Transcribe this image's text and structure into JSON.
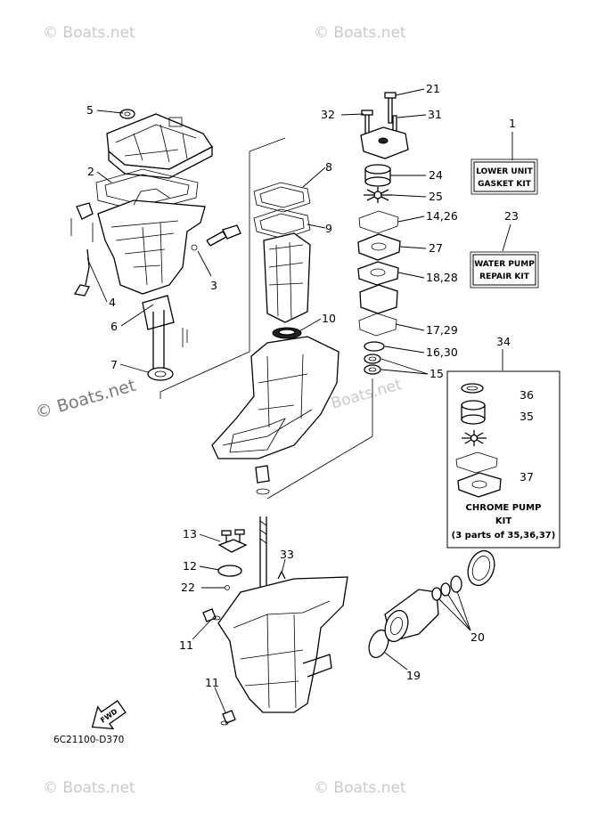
{
  "watermarks": {
    "top_left": "© Boats.net",
    "top_right": "© Boats.net",
    "left_center": "© Boats.net",
    "center": "© Boats.net",
    "bottom_left": "© Boats.net",
    "bottom_right": "© Boats.net"
  },
  "callouts": {
    "c1": "1",
    "c2": "2",
    "c3": "3",
    "c4": "4",
    "c5": "5",
    "c6": "6",
    "c7": "7",
    "c8": "8",
    "c9": "9",
    "c10": "10",
    "c11a": "11",
    "c11b": "11",
    "c12": "12",
    "c13": "13",
    "c14_26": "14,26",
    "c15": "15",
    "c16_30": "16,30",
    "c17_29": "17,29",
    "c18_28": "18,28",
    "c19": "19",
    "c20": "20",
    "c21": "21",
    "c22": "22",
    "c23": "23",
    "c24": "24",
    "c25": "25",
    "c27": "27",
    "c31": "31",
    "c32": "32",
    "c33": "33",
    "c34": "34",
    "c35": "35",
    "c36": "36",
    "c37": "37"
  },
  "boxes": {
    "gasket_kit_line1": "LOWER UNIT",
    "gasket_kit_line2": "GASKET KIT",
    "water_pump_line1": "WATER PUMP",
    "water_pump_line2": "REPAIR KIT"
  },
  "chrome_kit": {
    "line1": "CHROME PUMP",
    "line2": "KIT",
    "line3": "(3 parts of 35,36,37)"
  },
  "fwd_label": "FWD",
  "diagram_code": "6C21100-D370"
}
